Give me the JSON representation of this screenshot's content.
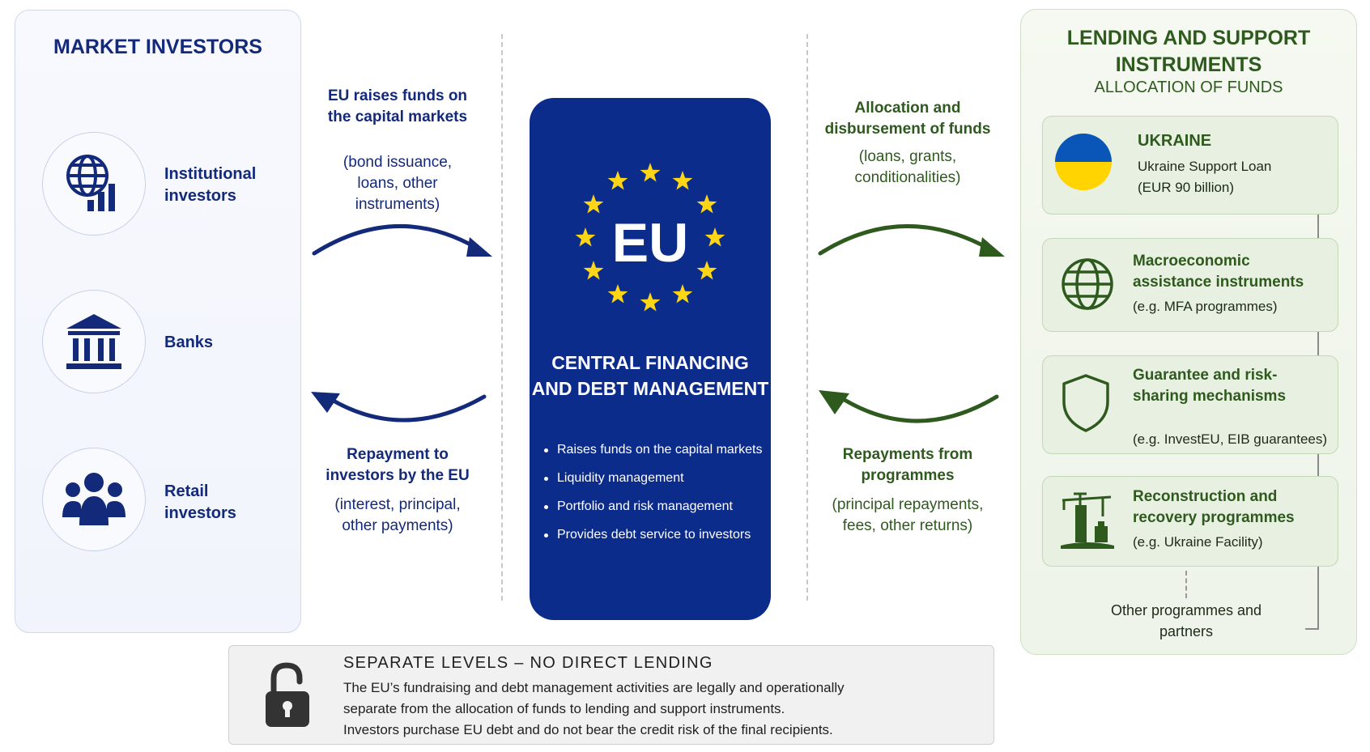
{
  "market_investors": {
    "title": "MARKET INVESTORS",
    "items": [
      {
        "label": "Institutional investors",
        "icon": "globe-chart-icon"
      },
      {
        "label": "Banks",
        "icon": "bank-icon"
      },
      {
        "label": "Retail investors",
        "icon": "people-icon"
      }
    ]
  },
  "left_flows": {
    "raise": {
      "title": "EU raises funds on the capital markets",
      "detail": "(bond issuance, loans, other instruments)"
    },
    "repay": {
      "title": "Repayment to investors by the EU",
      "detail": "(interest, principal, other payments)"
    }
  },
  "center": {
    "logo": "EU",
    "title": "CENTRAL FINANCING AND DEBT MANAGEMENT",
    "bullets": [
      "Raises funds on the capital markets",
      "Liquidity management",
      "Portfolio and risk management",
      "Provides debt service to investors"
    ]
  },
  "right_flows": {
    "allocate": {
      "title": "Allocation and disbursement of funds",
      "detail": "(loans, grants, conditionalities)"
    },
    "repay": {
      "title": "Repayments from programmes",
      "detail": "(principal repayments, fees, other returns)"
    }
  },
  "lending": {
    "title": "LENDING AND SUPPORT INSTRUMENTS",
    "subtitle": "ALLOCATION OF FUNDS",
    "programmes": [
      {
        "title": "UKRAINE",
        "detail": "Ukraine Support Loan (EUR 90 billion)",
        "icon": "ukraine-flag-icon"
      },
      {
        "title": "Macroeconomic assistance instruments",
        "detail": "(e.g. MFA programmes)",
        "icon": "globe-icon"
      },
      {
        "title": "Guarantee and risk-sharing mechanisms",
        "detail": "(e.g. InvestEU, EIB guarantees)",
        "icon": "shield-icon"
      },
      {
        "title": "Reconstruction and recovery programmes",
        "detail": "(e.g. Ukraine Facility)",
        "icon": "crane-icon"
      }
    ],
    "other": "Other programmes and partners"
  },
  "separation": {
    "title": "SEPARATE LEVELS – NO DIRECT LENDING",
    "lines": [
      "The EU’s fundraising and debt management activities are legally and operationally",
      "separate from the allocation of funds to lending and support instruments.",
      "Investors purchase EU debt and do not bear the credit risk of the final recipients."
    ],
    "icon": "unlocked-padlock-icon"
  },
  "colors": {
    "eu_blue": "#0c2c8c",
    "navy_text": "#13297a",
    "green": "#2f5a1e",
    "star_yellow": "#ffd617",
    "ukraine_blue": "#0a56b8",
    "ukraine_yellow": "#ffd400"
  }
}
